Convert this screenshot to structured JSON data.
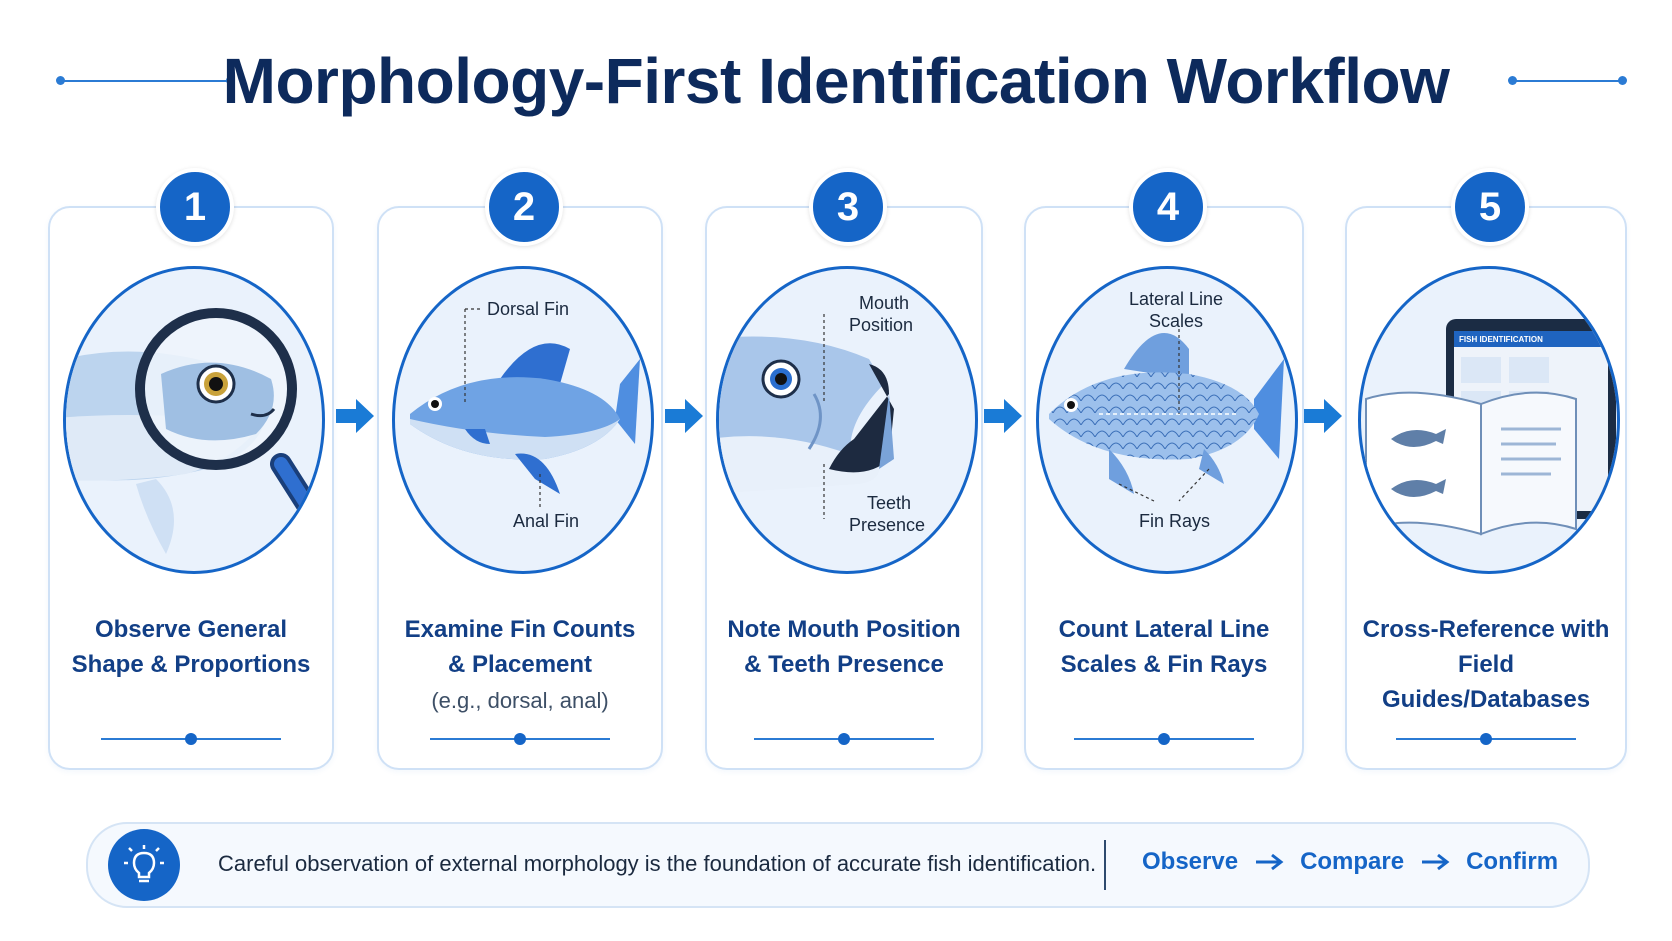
{
  "header": {
    "title": "Morphology-First Identification Workflow"
  },
  "colors": {
    "primary": "#1565c7",
    "accent": "#2b7bd4",
    "title": "#0d2a5c",
    "card_border": "#cfe1f6"
  },
  "steps": [
    {
      "number": "1",
      "title_line1": "Observe General",
      "title_line2": "Shape & Proportions",
      "subtitle": "",
      "icon": "magnifier-fish-icon",
      "labels": []
    },
    {
      "number": "2",
      "title_line1": "Examine Fin Counts",
      "title_line2": "& Placement",
      "subtitle": "(e.g., dorsal, anal)",
      "icon": "fish-fins-icon",
      "labels": [
        "Dorsal Fin",
        "Anal Fin"
      ]
    },
    {
      "number": "3",
      "title_line1": "Note Mouth Position",
      "title_line2": "& Teeth Presence",
      "subtitle": "",
      "icon": "fish-mouth-icon",
      "labels": [
        "Mouth",
        "Position",
        "Teeth",
        "Presence"
      ]
    },
    {
      "number": "4",
      "title_line1": "Count Lateral Line",
      "title_line2": "Scales & Fin Rays",
      "subtitle": "",
      "icon": "fish-scales-icon",
      "labels": [
        "Lateral Line",
        "Scales",
        "Fin Rays"
      ]
    },
    {
      "number": "5",
      "title_line1": "Cross-Reference with",
      "title_line2": "Field Guides/Databases",
      "subtitle": "",
      "icon": "field-guide-tablet-icon",
      "labels": [
        "FISH IDENTIFICATION"
      ]
    }
  ],
  "footer": {
    "icon": "lightbulb-icon",
    "text": "Careful observation of external morphology is the foundation of accurate fish identification.",
    "flow": [
      "Observe",
      "Compare",
      "Confirm"
    ]
  }
}
